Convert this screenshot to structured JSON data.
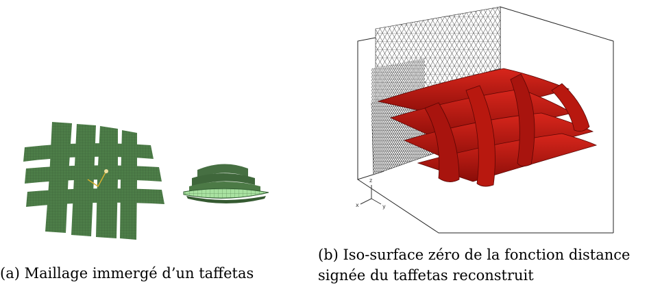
{
  "figure": {
    "subfigures": [
      {
        "id": "a",
        "caption": "(a) Maillage immergé d’un taffetas",
        "image": "green-woven-mesh-and-yarn-cross-section",
        "colors": {
          "mesh_green": "#4a7a45",
          "mesh_light": "#a8e0a0",
          "mesh_dark": "#2f5a30"
        }
      },
      {
        "id": "b",
        "caption_line1": "(b) Iso-surface zéro de la fonction distance",
        "caption_line2": "signée du taffetas reconstruit",
        "image": "red-isosurface-in-tetrahedral-mesh-box",
        "axes": {
          "z": "z",
          "x": "x",
          "y": "y"
        },
        "colors": {
          "surface_red": "#b0120c",
          "surface_dark": "#6e0806",
          "mesh_line": "#222222"
        }
      }
    ]
  }
}
